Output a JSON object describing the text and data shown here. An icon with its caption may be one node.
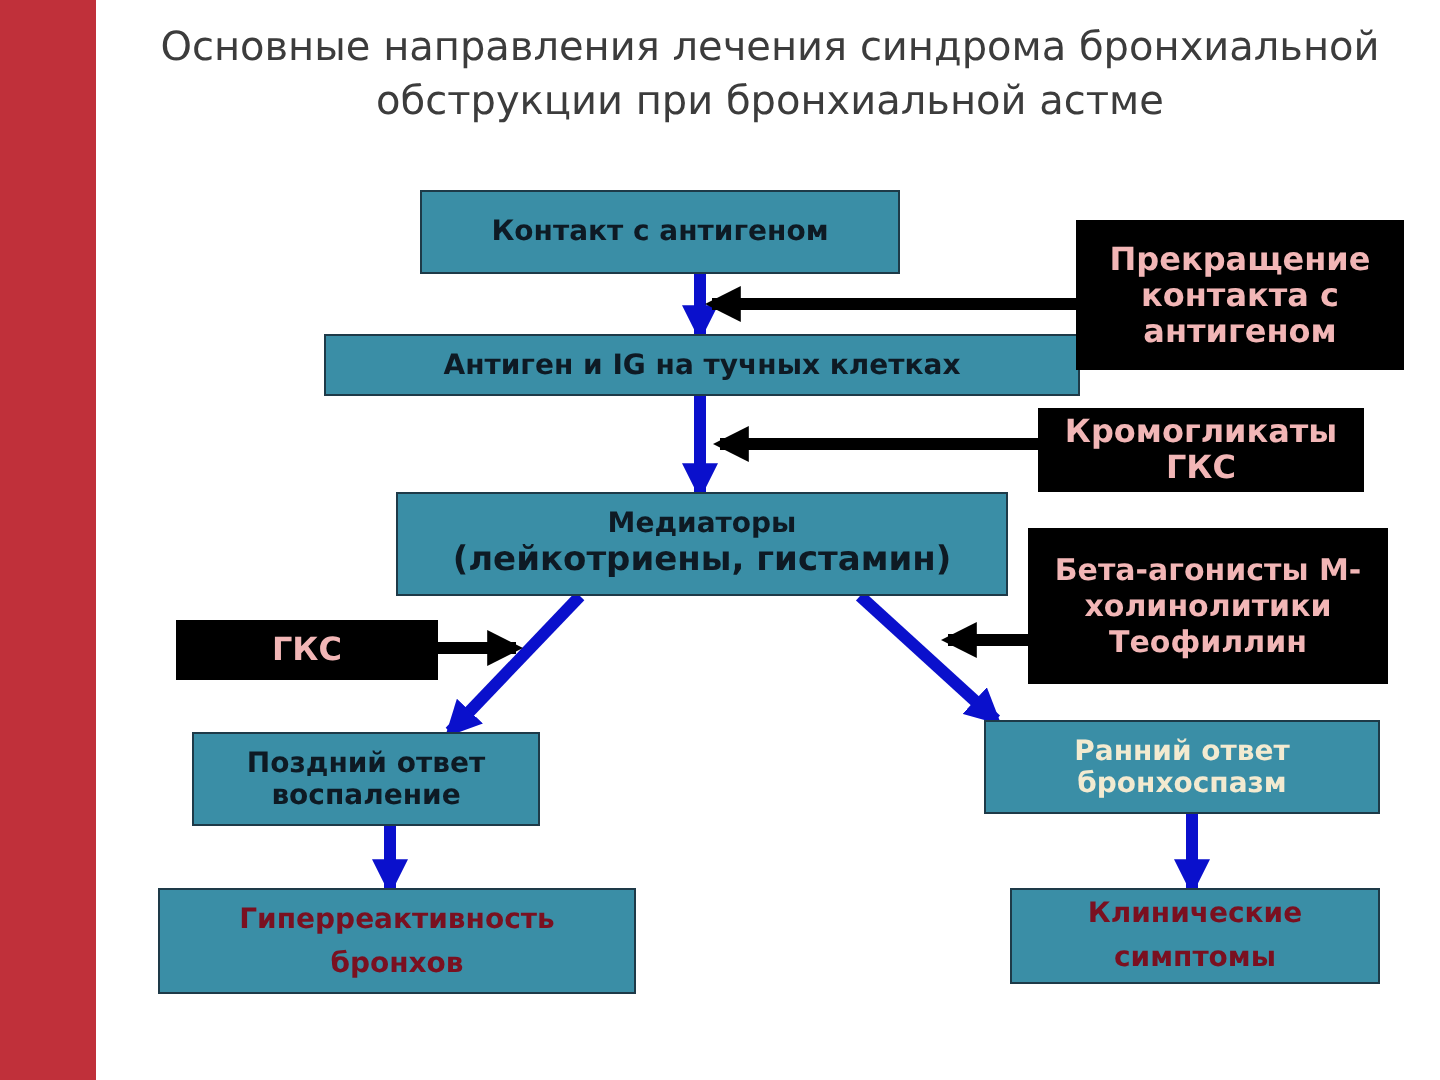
{
  "diagram": {
    "title": "Основные направления лечения синдрома бронхиальной обструкции при бронхиальной астме",
    "nodes": [
      {
        "text": [
          "Контакт с антигеном"
        ]
      },
      {
        "text": [
          "Антиген и IG на тучных клетках"
        ]
      },
      {
        "text": [
          "Медиаторы",
          "(лейкотриены, гистамин)"
        ]
      },
      {
        "text": [
          "Поздний ответ воспаление"
        ]
      },
      {
        "text": [
          "Гиперреактивность бронхов"
        ]
      },
      {
        "text": [
          "Ранний ответ бронхоспазм"
        ]
      },
      {
        "text": [
          "Клинические симптомы"
        ]
      },
      {
        "text": [
          "Прекращение контакта с антигеном"
        ]
      },
      {
        "text": [
          "Кромогликаты ГКС"
        ]
      },
      {
        "text": [
          "Бета-агонисты М-холинолитики Теофиллин"
        ]
      },
      {
        "text": [
          "ГКС"
        ]
      }
    ],
    "edges": [
      {
        "from": 0,
        "to": 1,
        "arrow": "to"
      },
      {
        "from": 1,
        "to": 2,
        "arrow": "to"
      },
      {
        "from": 2,
        "to": 3,
        "arrow": "to"
      },
      {
        "from": 2,
        "to": 5,
        "arrow": "to"
      },
      {
        "from": 3,
        "to": 4,
        "arrow": "to"
      },
      {
        "from": 5,
        "to": 6,
        "arrow": "to"
      },
      {
        "from": 7,
        "to": 0,
        "arrow": "to",
        "color": "#000000"
      },
      {
        "from": 8,
        "to": 1,
        "arrow": "to",
        "color": "#000000"
      },
      {
        "from": 9,
        "to": 2,
        "arrow": "to",
        "color": "#000000"
      },
      {
        "from": 10,
        "to": 2,
        "arrow": "to",
        "color": "#000000"
      }
    ]
  }
}
